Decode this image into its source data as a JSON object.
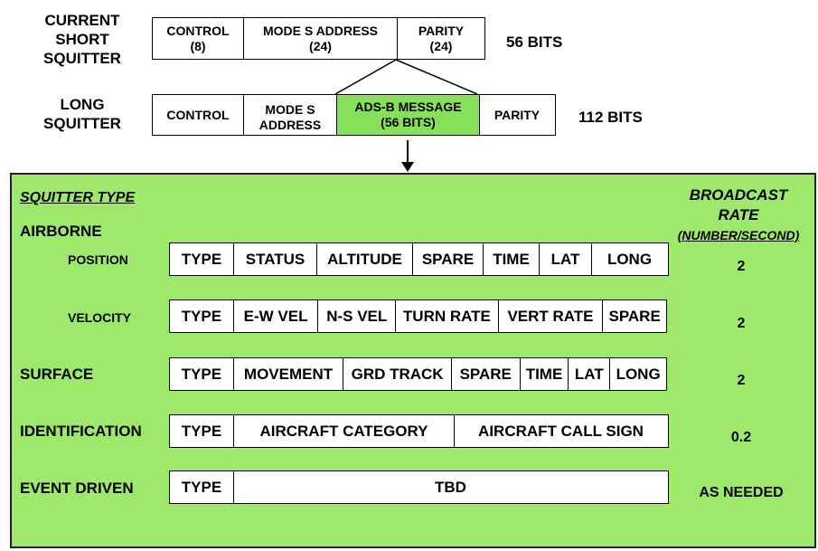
{
  "short_squitter": {
    "label": [
      "CURRENT",
      "SHORT",
      "SQUITTER"
    ],
    "fields": [
      {
        "name": "CONTROL",
        "bits": "(8)"
      },
      {
        "name": "MODE S ADDRESS",
        "bits": "(24)"
      },
      {
        "name": "PARITY",
        "bits": "(24)"
      }
    ],
    "total": "56 BITS"
  },
  "long_squitter": {
    "label": [
      "LONG",
      "SQUITTER"
    ],
    "fields": [
      {
        "name": "CONTROL",
        "bits": ""
      },
      {
        "name": "MODE S ADDRESS",
        "bits": ""
      },
      {
        "name": "ADS-B MESSAGE",
        "bits": "(56 BITS)"
      },
      {
        "name": "PARITY",
        "bits": ""
      }
    ],
    "total": "112 BITS"
  },
  "panel": {
    "title": "SQUITTER TYPE",
    "rate_header": [
      "BROADCAST",
      "RATE",
      "(NUMBER/SECOND)"
    ],
    "group_airborne": "AIRBORNE",
    "rows": [
      {
        "label": "POSITION",
        "cells": [
          "TYPE",
          "STATUS",
          "ALTITUDE",
          "SPARE",
          "TIME",
          "LAT",
          "LONG"
        ],
        "rate": "2"
      },
      {
        "label": "VELOCITY",
        "cells": [
          "TYPE",
          "E-W VEL",
          "N-S VEL",
          "TURN RATE",
          "VERT RATE",
          "SPARE"
        ],
        "rate": "2"
      },
      {
        "label": "SURFACE",
        "cells": [
          "TYPE",
          "MOVEMENT",
          "GRD TRACK",
          "SPARE",
          "TIME",
          "LAT",
          "LONG"
        ],
        "rate": "2"
      },
      {
        "label": "IDENTIFICATION",
        "cells": [
          "TYPE",
          "AIRCRAFT CATEGORY",
          "AIRCRAFT CALL SIGN"
        ],
        "rate": "0.2"
      },
      {
        "label": "EVENT DRIVEN",
        "cells": [
          "TYPE",
          "TBD"
        ],
        "rate": "AS NEEDED"
      }
    ]
  },
  "colors": {
    "panel": "#9ee86c",
    "message": "#86e05a"
  }
}
